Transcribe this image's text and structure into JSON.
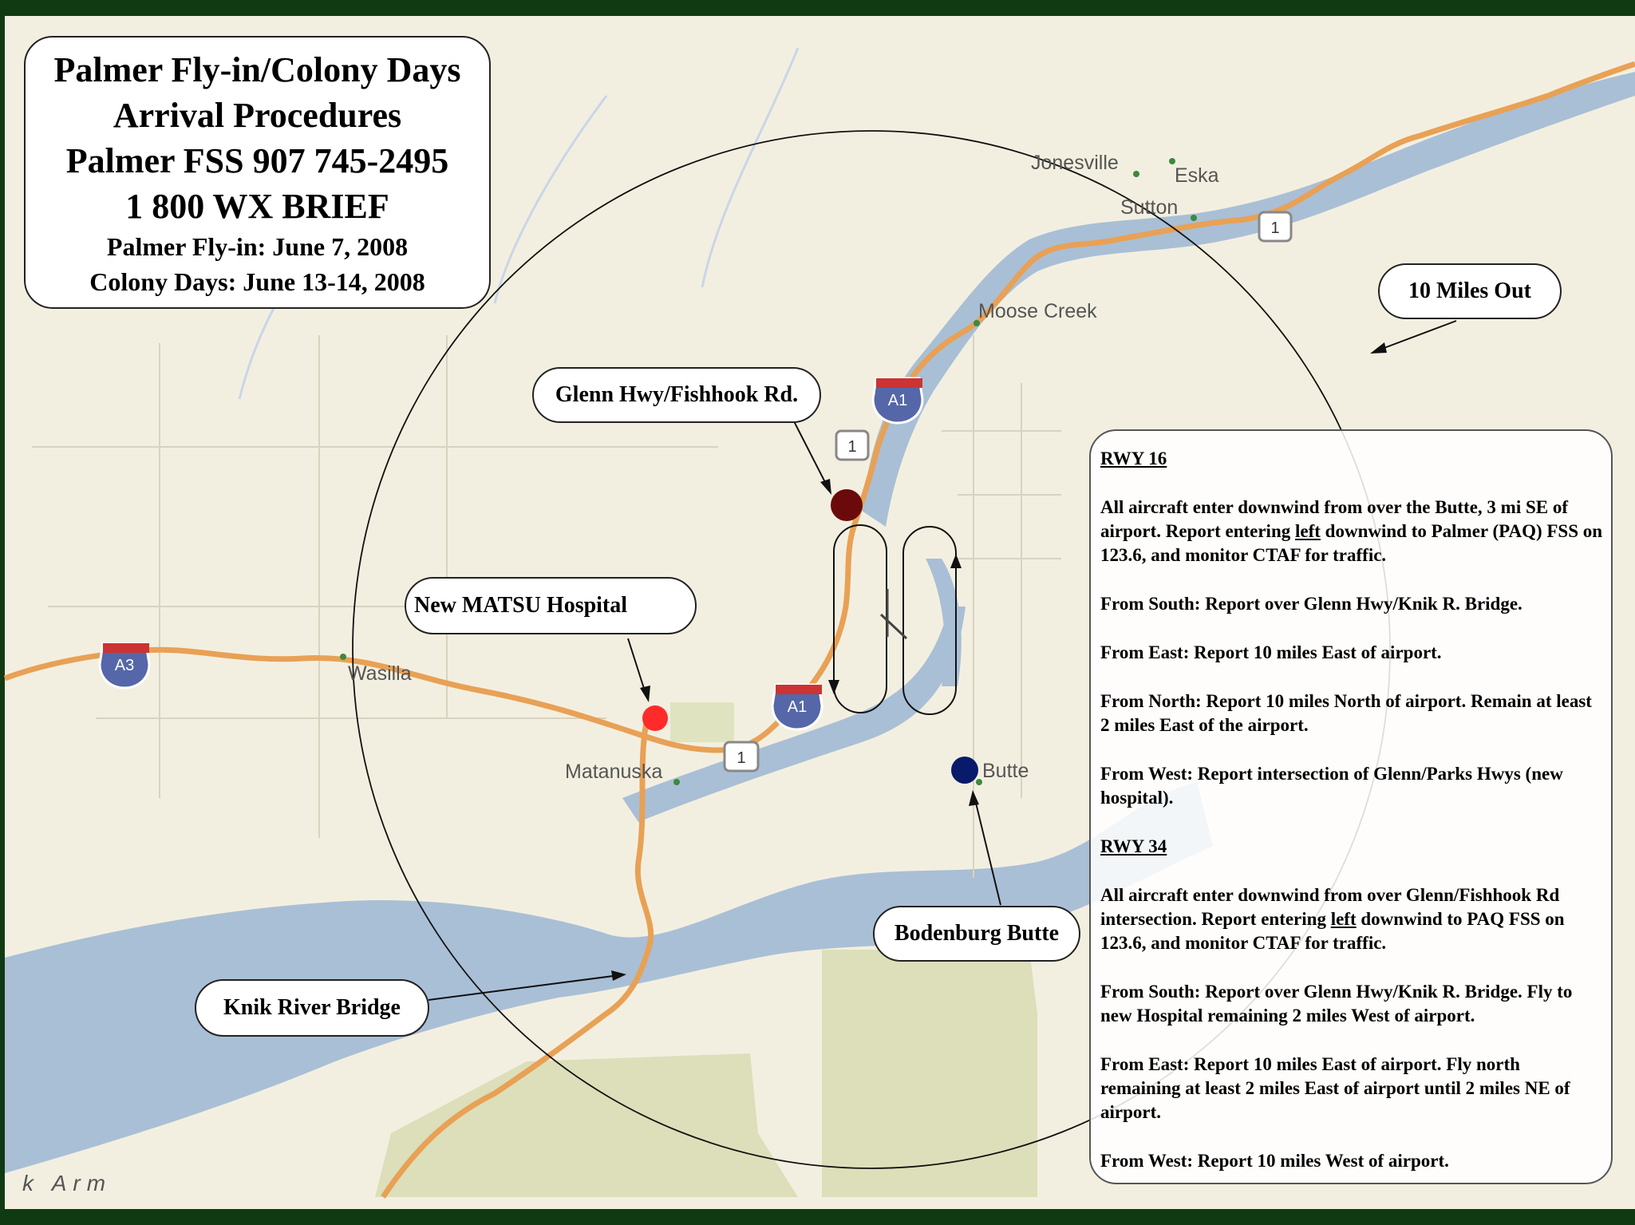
{
  "title_box": {
    "line1": "Palmer Fly-in/Colony Days",
    "line2": "Arrival Procedures",
    "line3": "Palmer FSS   907 745-2495",
    "line4": "1 800 WX BRIEF",
    "line5": "Palmer Fly-in:  June 7, 2008",
    "line6": "Colony Days: June 13-14, 2008"
  },
  "callouts": {
    "ten_miles": "10 Miles Out",
    "glenn_fishhook": "Glenn Hwy/Fishhook Rd.",
    "matsu_hospital": "New MATSU Hospital",
    "bodenburg_butte": "Bodenburg Butte",
    "knik_bridge": "Knik River Bridge"
  },
  "map_labels": {
    "jonesville": "Jonesville",
    "eska": "Eska",
    "sutton": "Sutton",
    "moose_creek": "Moose Creek",
    "wasilla": "Wasilla",
    "matanuska": "Matanuska",
    "butte": "Butte",
    "knik_arm": "k Arm"
  },
  "shields": {
    "a1_north": "A1",
    "a1_south": "A1",
    "a3": "A3",
    "hwy1_north": "1",
    "hwy1_center": "1",
    "hwy1_south": "1"
  },
  "markers": {
    "glenn_fishhook_color": "#6b0a0a",
    "hospital_color": "#ff2b2b",
    "butte_color": "#0a1a6b"
  },
  "procedures": {
    "rwy16": {
      "heading": "RWY  16",
      "p1_a": "All aircraft enter downwind from over the Butte, 3 mi SE of airport.  Report entering ",
      "p1_u": "left",
      "p1_b": " downwind to Palmer (PAQ) FSS on 123.6, and monitor CTAF for traffic.",
      "south": "From South:  Report over Glenn Hwy/Knik R. Bridge.",
      "east": "From East:  Report 10 miles East of airport.",
      "north": "From North:  Report 10 miles North of airport. Remain at least 2 miles East of the airport.",
      "west": "From West:  Report intersection of Glenn/Parks Hwys (new hospital)."
    },
    "rwy34": {
      "heading": "RWY  34",
      "p1_a": "All aircraft enter downwind from over Glenn/Fishhook Rd intersection.  Report entering ",
      "p1_u": "left",
      "p1_b": " downwind to PAQ FSS on 123.6, and monitor CTAF for traffic.",
      "south": "From South:  Report over Glenn Hwy/Knik R. Bridge. Fly to new Hospital remaining 2 miles West of airport.",
      "east": "From East:  Report 10 miles East of airport.  Fly north remaining at least 2 miles East of airport until 2 miles NE of  airport.",
      "west": "From West:  Report 10 miles West of airport."
    }
  }
}
